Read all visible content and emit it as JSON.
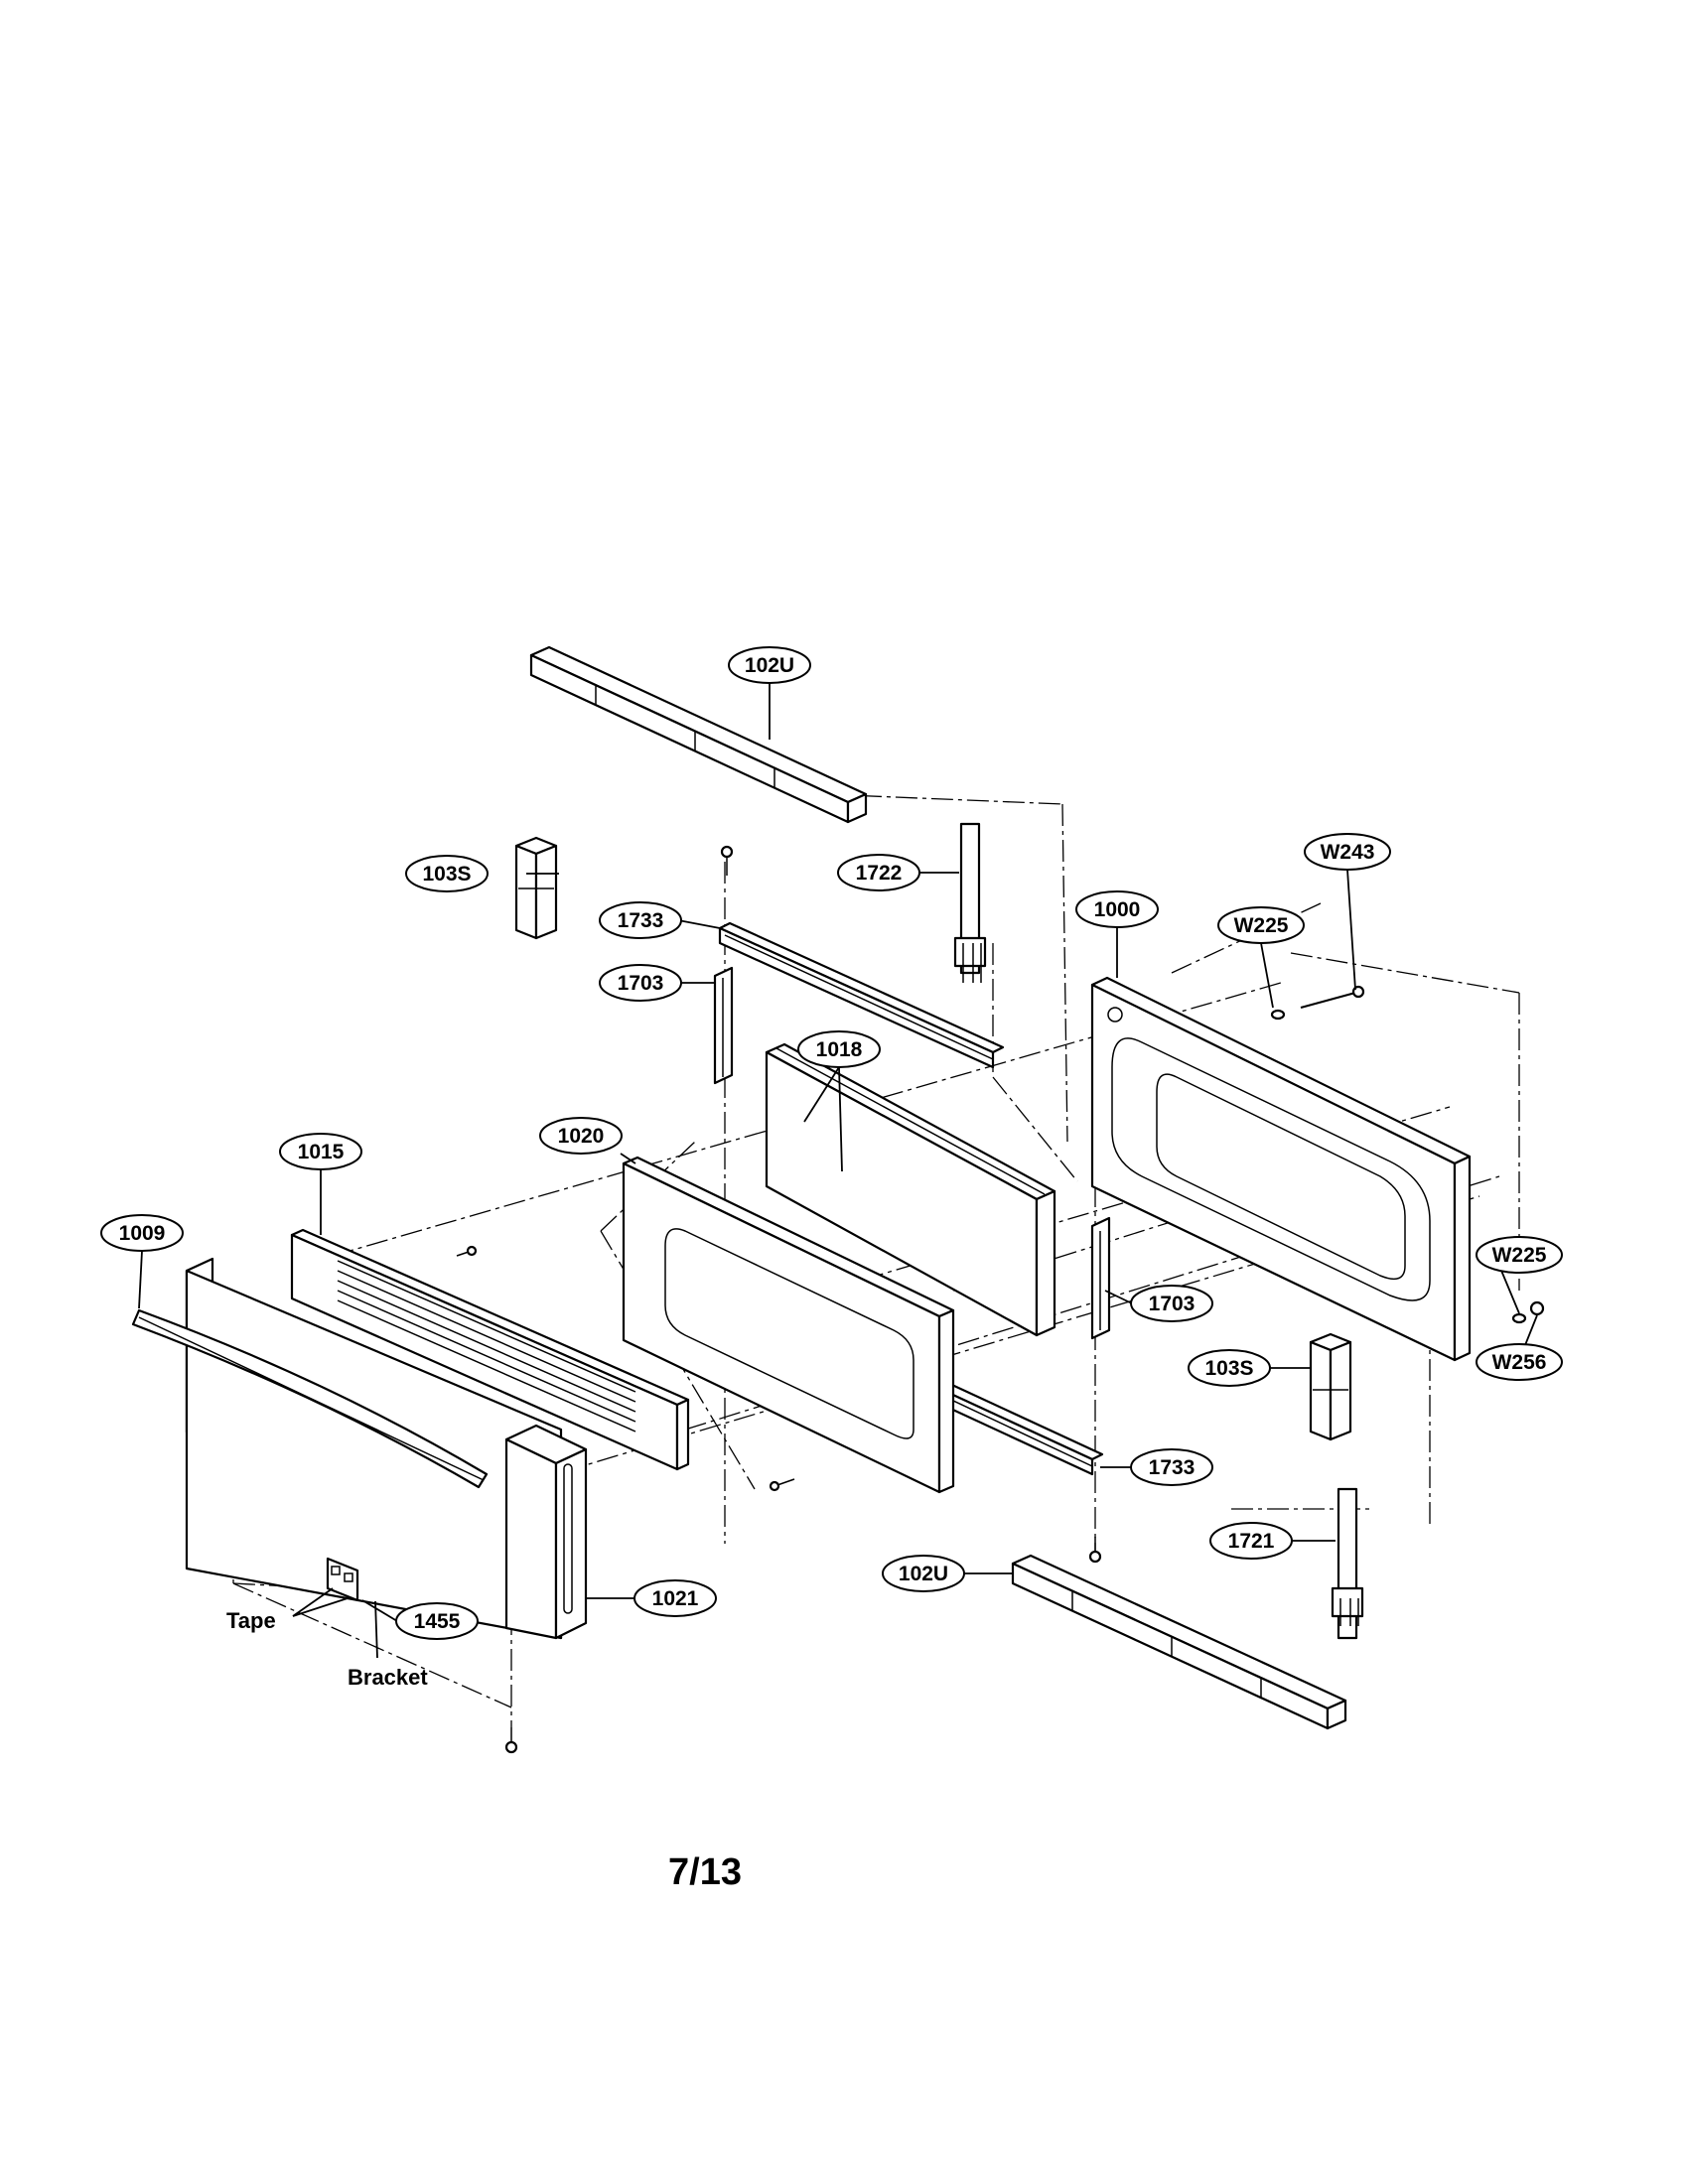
{
  "callouts": {
    "c102u_top": "102U",
    "c103s_left": "103S",
    "c1722": "1722",
    "c1733_top": "1733",
    "c1703_left": "1703",
    "c1018": "1018",
    "c1000": "1000",
    "cw243": "W243",
    "cw225_top": "W225",
    "c1015": "1015",
    "c1020": "1020",
    "c1009": "1009",
    "c1703_right": "1703",
    "cw225_right": "W225",
    "cw256": "W256",
    "c103s_right": "103S",
    "c1733_bottom": "1733",
    "c1721": "1721",
    "c102u_bottom": "102U",
    "c1021": "1021",
    "c1455": "1455"
  },
  "notes": {
    "tape": "Tape",
    "bracket": "Bracket"
  },
  "page_number": "7/13"
}
